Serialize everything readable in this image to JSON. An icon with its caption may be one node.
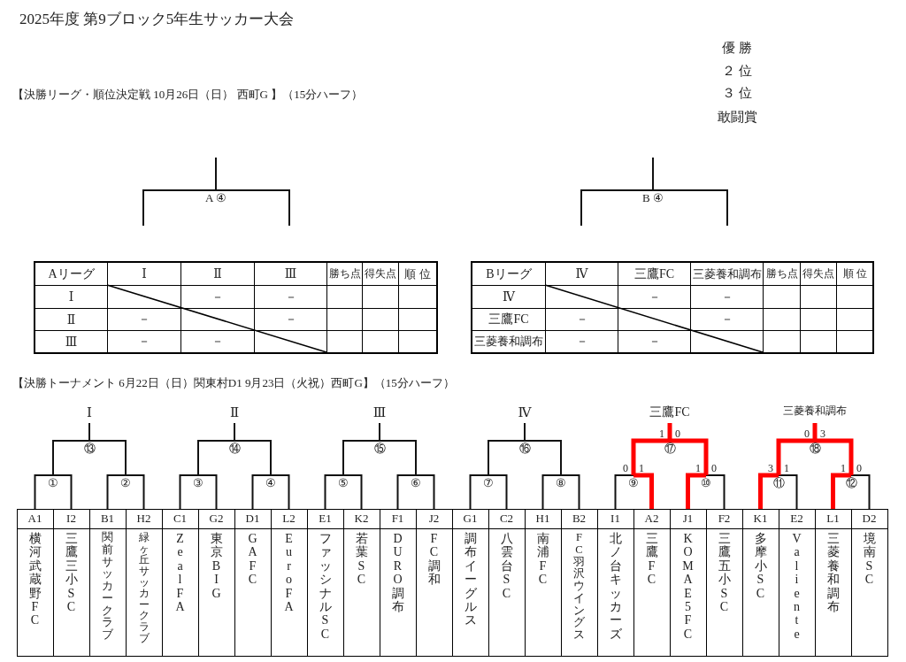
{
  "diagram": {
    "title": "2025年度 第9ブロック5年生サッカー大会",
    "nodes": [
      {
        "text": [
          "A ④"
        ]
      },
      {
        "text": [
          "B ④"
        ]
      },
      {
        "text": [
          "Ⅰ"
        ]
      },
      {
        "text": [
          "Ⅱ"
        ]
      },
      {
        "text": [
          "Ⅲ"
        ]
      },
      {
        "text": [
          "Ⅳ"
        ]
      },
      {
        "text": [
          "三鷹FC"
        ]
      },
      {
        "text": [
          "三菱養和調布"
        ]
      },
      {
        "text": [
          "⑬"
        ]
      },
      {
        "text": [
          "⑭"
        ]
      },
      {
        "text": [
          "⑮"
        ]
      },
      {
        "text": [
          "⑯"
        ]
      },
      {
        "text": [
          "⑰"
        ],
        "beside": [
          "1 0"
        ]
      },
      {
        "text": [
          "⑱"
        ],
        "beside": [
          "0 3"
        ]
      },
      {
        "text": [
          "①"
        ]
      },
      {
        "text": [
          "②"
        ]
      },
      {
        "text": [
          "③"
        ]
      },
      {
        "text": [
          "④"
        ]
      },
      {
        "text": [
          "⑤"
        ]
      },
      {
        "text": [
          "⑥"
        ]
      },
      {
        "text": [
          "⑦"
        ]
      },
      {
        "text": [
          "⑧"
        ]
      },
      {
        "text": [
          "⑨"
        ],
        "beside": [
          "0 1"
        ]
      },
      {
        "text": [
          "⑩"
        ],
        "beside": [
          "1 0"
        ]
      },
      {
        "text": [
          "⑪"
        ],
        "beside": [
          "3 1"
        ]
      },
      {
        "text": [
          "⑫"
        ],
        "beside": [
          "1 0"
        ]
      },
      {
        "text": [
          "A1",
          "横河武蔵野FC"
        ]
      },
      {
        "text": [
          "I2",
          "三鷹三小SC"
        ]
      },
      {
        "text": [
          "B1",
          "関前サッカークラブ"
        ]
      },
      {
        "text": [
          "H2",
          "緑ヶ丘サッカークラブ"
        ]
      },
      {
        "text": [
          "C1",
          "Zeal FA"
        ]
      },
      {
        "text": [
          "G2",
          "東京BIG"
        ]
      },
      {
        "text": [
          "D1",
          "GAFC"
        ]
      },
      {
        "text": [
          "L2",
          "Euro FA"
        ]
      },
      {
        "text": [
          "E1",
          "ファッシナルSC"
        ]
      },
      {
        "text": [
          "K2",
          "若葉SC"
        ]
      },
      {
        "text": [
          "F1",
          "DURO調布"
        ]
      },
      {
        "text": [
          "J2",
          "FC調和"
        ]
      },
      {
        "text": [
          "G1",
          "調布イーグルス"
        ]
      },
      {
        "text": [
          "C2",
          "八雲台SC"
        ]
      },
      {
        "text": [
          "H1",
          "南浦FC"
        ]
      },
      {
        "text": [
          "B2",
          "FC羽沢ウイングス"
        ]
      },
      {
        "text": [
          "I1",
          "北ノ台キッカーズ"
        ]
      },
      {
        "text": [
          "A2",
          "三鷹FC"
        ]
      },
      {
        "text": [
          "J1",
          "KOMAE5FC"
        ]
      },
      {
        "text": [
          "F2",
          "三鷹五小SC"
        ]
      },
      {
        "text": [
          "K1",
          "多摩小SC"
        ]
      },
      {
        "text": [
          "E2",
          "Valiente"
        ]
      },
      {
        "text": [
          "L1",
          "三菱養和調布"
        ]
      },
      {
        "text": [
          "D2",
          "境南SC"
        ]
      }
    ],
    "edges": [
      {
        "from": null,
        "to": 0,
        "arrow": "none"
      },
      {
        "from": null,
        "to": 0,
        "arrow": "none"
      },
      {
        "from": 0,
        "to": null,
        "arrow": "none"
      },
      {
        "from": null,
        "to": 1,
        "arrow": "none"
      },
      {
        "from": null,
        "to": 1,
        "arrow": "none"
      },
      {
        "from": 1,
        "to": null,
        "arrow": "none"
      },
      {
        "from": 26,
        "to": 14,
        "arrow": "none"
      },
      {
        "from": 27,
        "to": 14,
        "arrow": "none"
      },
      {
        "from": 28,
        "to": 15,
        "arrow": "none"
      },
      {
        "from": 29,
        "to": 15,
        "arrow": "none"
      },
      {
        "from": 30,
        "to": 16,
        "arrow": "none"
      },
      {
        "from": 31,
        "to": 16,
        "arrow": "none"
      },
      {
        "from": 32,
        "to": 17,
        "arrow": "none"
      },
      {
        "from": 33,
        "to": 17,
        "arrow": "none"
      },
      {
        "from": 34,
        "to": 18,
        "arrow": "none"
      },
      {
        "from": 35,
        "to": 18,
        "arrow": "none"
      },
      {
        "from": 36,
        "to": 19,
        "arrow": "none"
      },
      {
        "from": 37,
        "to": 19,
        "arrow": "none"
      },
      {
        "from": 38,
        "to": 20,
        "arrow": "none"
      },
      {
        "from": 39,
        "to": 20,
        "arrow": "none"
      },
      {
        "from": 40,
        "to": 21,
        "arrow": "none"
      },
      {
        "from": 41,
        "to": 21,
        "arrow": "none"
      },
      {
        "from": 42,
        "to": 22,
        "arrow": "none"
      },
      {
        "from": 43,
        "to": 22,
        "arrow": "none",
        "style": "thick",
        "color": "#ff0000"
      },
      {
        "from": 44,
        "to": 23,
        "arrow": "none",
        "style": "thick",
        "color": "#ff0000"
      },
      {
        "from": 45,
        "to": 23,
        "arrow": "none"
      },
      {
        "from": 46,
        "to": 24,
        "arrow": "none",
        "style": "thick",
        "color": "#ff0000"
      },
      {
        "from": 47,
        "to": 24,
        "arrow": "none"
      },
      {
        "from": 48,
        "to": 25,
        "arrow": "none",
        "style": "thick",
        "color": "#ff0000"
      },
      {
        "from": 49,
        "to": 25,
        "arrow": "none"
      },
      {
        "from": 14,
        "to": 8,
        "arrow": "none"
      },
      {
        "from": 15,
        "to": 8,
        "arrow": "none"
      },
      {
        "from": 16,
        "to": 9,
        "arrow": "none"
      },
      {
        "from": 17,
        "to": 9,
        "arrow": "none"
      },
      {
        "from": 18,
        "to": 10,
        "arrow": "none"
      },
      {
        "from": 19,
        "to": 10,
        "arrow": "none"
      },
      {
        "from": 20,
        "to": 11,
        "arrow": "none"
      },
      {
        "from": 21,
        "to": 11,
        "arrow": "none"
      },
      {
        "from": 22,
        "to": 12,
        "arrow": "none",
        "style": "thick",
        "color": "#ff0000"
      },
      {
        "from": 23,
        "to": 12,
        "arrow": "none",
        "style": "thick",
        "color": "#ff0000"
      },
      {
        "from": 24,
        "to": 13,
        "arrow": "none",
        "style": "thick",
        "color": "#ff0000"
      },
      {
        "from": 25,
        "to": 13,
        "arrow": "none",
        "style": "thick",
        "color": "#ff0000"
      },
      {
        "from": 8,
        "to": 2,
        "arrow": "none"
      },
      {
        "from": 9,
        "to": 3,
        "arrow": "none"
      },
      {
        "from": 10,
        "to": 4,
        "arrow": "none"
      },
      {
        "from": 11,
        "to": 5,
        "arrow": "none"
      },
      {
        "from": 12,
        "to": 6,
        "arrow": "none",
        "style": "thick",
        "color": "#ff0000"
      },
      {
        "from": 13,
        "to": 7,
        "arrow": "none",
        "style": "thick",
        "color": "#ff0000"
      }
    ],
    "labels": [
      "優 勝",
      "２ 位",
      "３ 位",
      "敢闘賞",
      "【決勝リーグ・順位決定戦 10月26日（日） 西町G 】（15分ハーフ）",
      "Aリーグ",
      "Ⅰ",
      "Ⅱ",
      "Ⅲ",
      "勝ち点",
      "得失点",
      "順 位",
      "Ⅰ",
      "－",
      "－",
      "Ⅱ",
      "－",
      "－",
      "Ⅲ",
      "－",
      "－",
      "Bリーグ",
      "Ⅳ",
      "三鷹FC",
      "三菱養和調布",
      "勝ち点",
      "得失点",
      "順 位",
      "Ⅳ",
      "－",
      "－",
      "三鷹FC",
      "－",
      "－",
      "三菱養和調布",
      "－",
      "－",
      "【決勝トーナメント 6月22日（日）関東村D1 9月23日（火祝）西町G】（15分ハーフ）"
    ]
  }
}
